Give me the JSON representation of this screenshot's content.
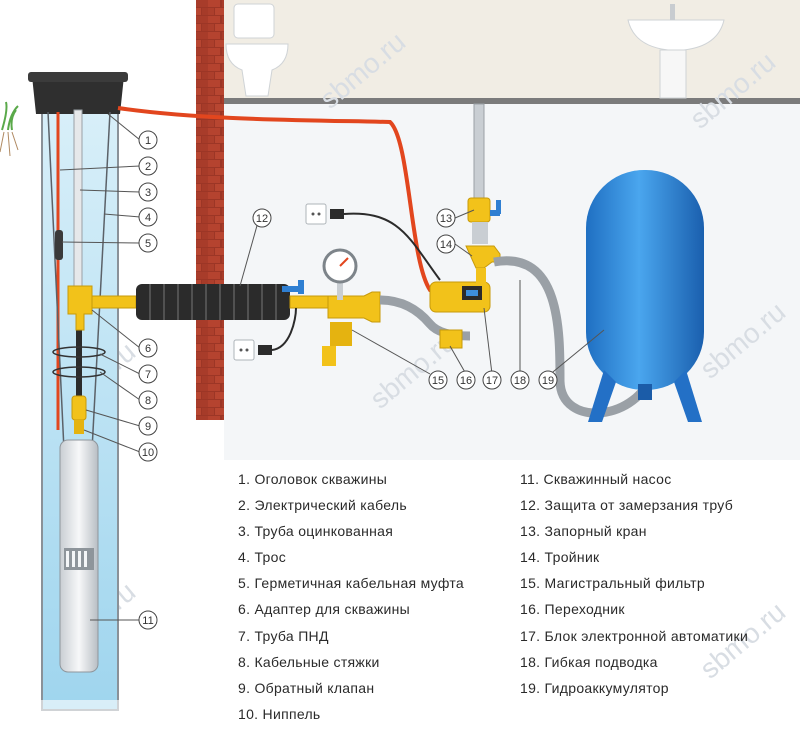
{
  "watermark": "sbmo.ru",
  "callout_numbers": [
    "1",
    "2",
    "3",
    "4",
    "5",
    "6",
    "7",
    "8",
    "9",
    "10",
    "11",
    "12",
    "13",
    "14",
    "15",
    "16",
    "17",
    "18",
    "19"
  ],
  "legend_left": [
    "1. Оголовок скважины",
    "2. Электрический кабель",
    "3. Труба оцинкованная",
    "4. Трос",
    "5. Герметичная кабельная муфта",
    "6. Адаптер для скважины",
    "7. Труба ПНД",
    "8. Кабельные стяжки",
    "9. Обратный клапан",
    "10. Ниппель"
  ],
  "legend_right": [
    "11. Скважинный насос",
    "12. Защита от замерзания труб",
    "13. Запорный кран",
    "14. Тройник",
    "15. Магистральный фильтр",
    "16. Переходник",
    "17. Блок электронной автоматики",
    "18. Гибкая подводка",
    "19. Гидроаккумулятор"
  ],
  "colors": {
    "brick": "#a33a2a",
    "water": "#bfe3f5",
    "tank": "#2e86d8",
    "cable": "#e2461e",
    "fitting": "#f2c21a",
    "pipe_grey": "#9aa0a6",
    "insulation": "#2b2b2b"
  }
}
